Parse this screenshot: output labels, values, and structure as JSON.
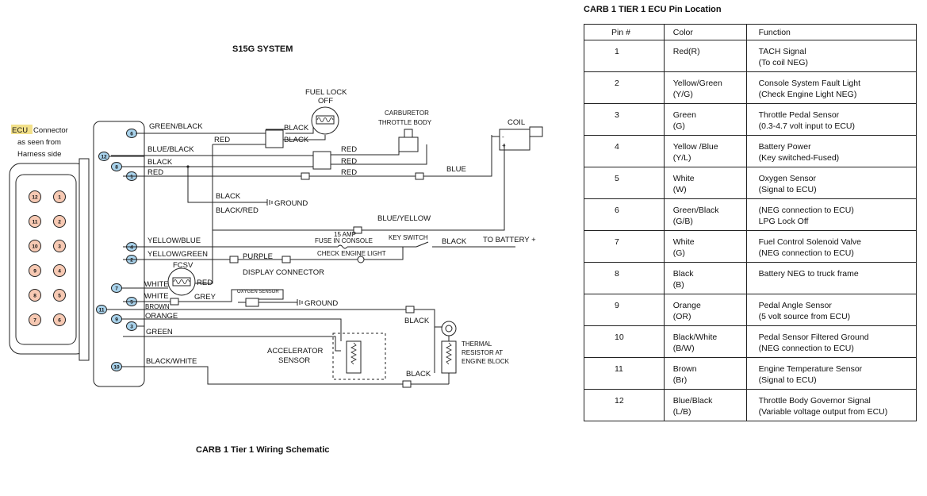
{
  "schematic": {
    "system_title": "S15G SYSTEM",
    "caption": "CARB 1 Tier 1 Wiring Schematic",
    "ecu_label": {
      "highlight": "ECU",
      "line1": "Connector",
      "line2": "as seen from",
      "line3": "Harness side"
    },
    "highlight_color": "#f2e08a",
    "pin_fill_color": "#f7c9b3",
    "pin_blue_fill_color": "#a9d3ec",
    "connector_pins": [
      "12",
      "1",
      "11",
      "2",
      "10",
      "3",
      "9",
      "4",
      "8",
      "5",
      "7",
      "6"
    ],
    "harness_pins": [
      "6",
      "12",
      "8",
      "1",
      "4",
      "2",
      "7",
      "5",
      "11",
      "9",
      "3",
      "10"
    ],
    "components": {
      "fuel_lock_line1": "FUEL LOCK",
      "fuel_lock_line2": "OFF",
      "carb_line1": "CARBURETOR",
      "carb_line2": "THROTTLE BODY",
      "coil": "COIL",
      "ground1": "GROUND",
      "fuse_line1": "15 AMP",
      "fuse_line2": "FUSE IN CONSOLE",
      "key_switch": "KEY SWITCH",
      "to_battery": "TO BATTERY +",
      "check_engine": "CHECK ENGINE LIGHT",
      "display_connector": "DISPLAY CONNECTOR",
      "fcsv": "FCSV",
      "oxygen_sensor": "OXYGEN SENSOR",
      "ground2": "GROUND",
      "accel_line1": "ACCELERATOR",
      "accel_line2": "SENSOR",
      "thermal_line1": "THERMAL",
      "thermal_line2": "RESISTOR AT",
      "thermal_line3": "ENGINE BLOCK"
    },
    "wires": {
      "green_black": "GREEN/BLACK",
      "black_fl1": "BLACK",
      "black_fl2": "BLACK",
      "red_top": "RED",
      "blue_black": "BLUE/BLACK",
      "red_carb": "RED",
      "black_8": "BLACK",
      "red_mid": "RED",
      "red_1": "RED",
      "red_1b": "RED",
      "blue": "BLUE",
      "black_gnd": "BLACK",
      "black_red": "BLACK/RED",
      "blue_yellow": "BLUE/YELLOW",
      "yellow_blue": "YELLOW/BLUE",
      "yellow_green": "YELLOW/GREEN",
      "purple": "PURPLE",
      "black_batt": "BLACK",
      "white_fcsv": "WHITE",
      "red_fcsv": "RED",
      "white_o2": "WHITE",
      "grey": "GREY",
      "brown": "BROWN",
      "orange": "ORANGE",
      "black_therm": "BLACK",
      "green": "GREEN",
      "black_white": "BLACK/WHITE",
      "black_therm2": "BLACK"
    }
  },
  "pin_table": {
    "title": "CARB 1 TIER 1 ECU Pin Location",
    "headers": [
      "Pin #",
      "Color",
      "Function"
    ],
    "rows": [
      {
        "pin": "1",
        "color1": "Red(R)",
        "color2": "",
        "func1": "TACH Signal",
        "func2": "(To coil NEG)"
      },
      {
        "pin": "2",
        "color1": "Yellow/Green",
        "color2": "(Y/G)",
        "func1": "Console System Fault Light",
        "func2": "(Check Engine Light NEG)"
      },
      {
        "pin": "3",
        "color1": "Green",
        "color2": "(G)",
        "func1": "Throttle Pedal Sensor",
        "func2": "(0.3-4.7 volt input to ECU)"
      },
      {
        "pin": "4",
        "color1": "Yellow /Blue",
        "color2": "(Y/L)",
        "func1": "Battery Power",
        "func2": "(Key switched-Fused)"
      },
      {
        "pin": "5",
        "color1": "White",
        "color2": "(W)",
        "func1": "Oxygen Sensor",
        "func2": "(Signal to ECU)"
      },
      {
        "pin": "6",
        "color1": "Green/Black",
        "color2": "(G/B)",
        "func1": "(NEG connection to ECU)",
        "func2": "LPG Lock Off"
      },
      {
        "pin": "7",
        "color1": "White",
        "color2": "(G)",
        "func1": "Fuel Control Solenoid Valve",
        "func2": "(NEG connection to ECU)"
      },
      {
        "pin": "8",
        "color1": "Black",
        "color2": "(B)",
        "func1": "Battery NEG to truck frame",
        "func2": ""
      },
      {
        "pin": "9",
        "color1": "Orange",
        "color2": "(OR)",
        "func1": "Pedal Angle Sensor",
        "func2": "(5 volt source from ECU)"
      },
      {
        "pin": "10",
        "color1": "Black/White",
        "color2": "(B/W)",
        "func1": "Pedal Sensor Filtered Ground",
        "func2": "(NEG connection to ECU)"
      },
      {
        "pin": "11",
        "color1": "Brown",
        "color2": "(Br)",
        "func1": "Engine Temperature Sensor",
        "func2": "(Signal to ECU)"
      },
      {
        "pin": "12",
        "color1": "Blue/Black",
        "color2": "(L/B)",
        "func1": "Throttle Body Governor Signal",
        "func2": "(Variable voltage output from ECU)"
      }
    ]
  }
}
